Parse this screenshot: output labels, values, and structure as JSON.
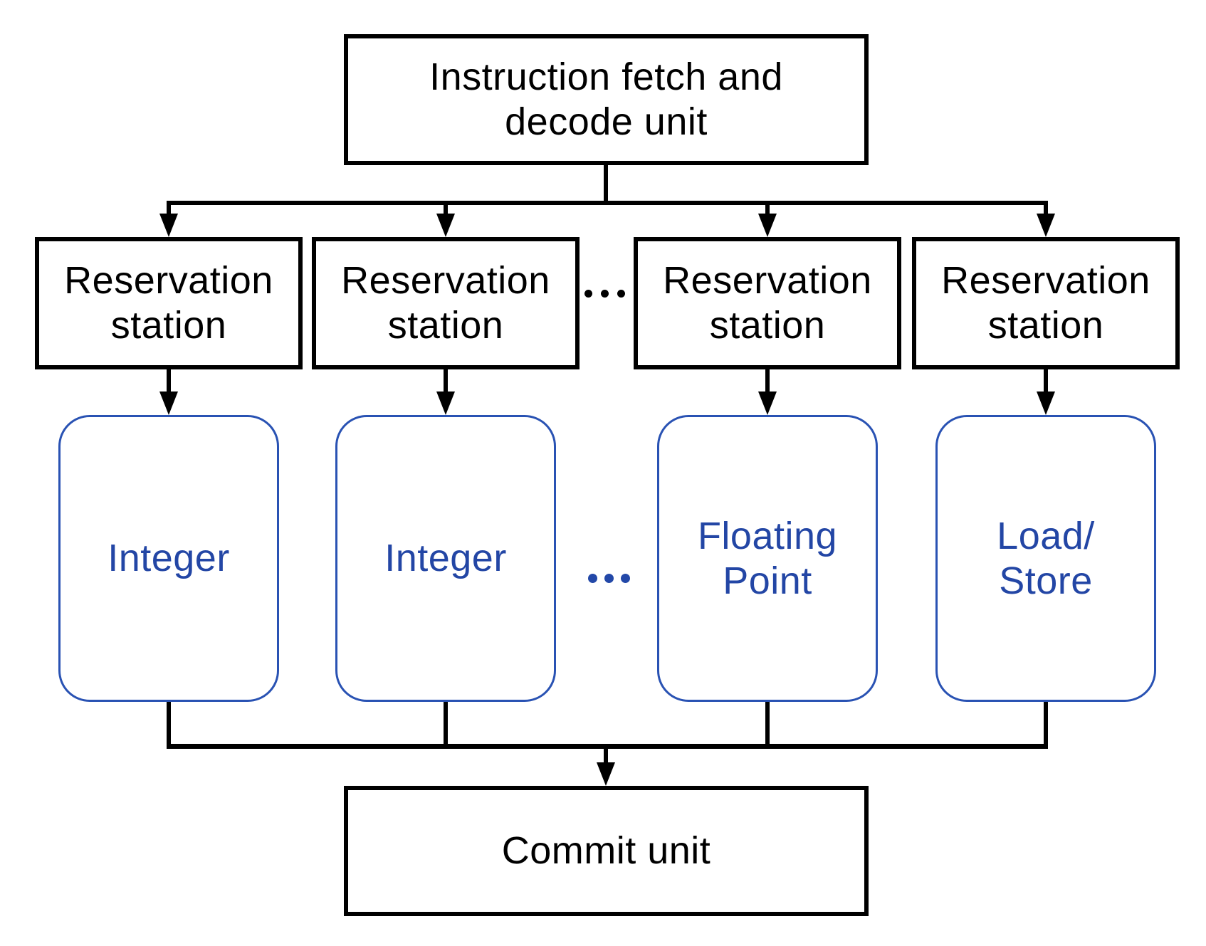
{
  "colors": {
    "line_black": "#000000",
    "box_border_black": "#000000",
    "unit_border_blue": "#2952b3",
    "unit_text_blue": "#2346a5",
    "background": "#ffffff"
  },
  "fetch_unit": {
    "lines": [
      "Instruction fetch and",
      "decode unit"
    ]
  },
  "reservation_stations": [
    {
      "lines": [
        "Reservation",
        "station"
      ]
    },
    {
      "lines": [
        "Reservation",
        "station"
      ]
    },
    {
      "lines": [
        "Reservation",
        "station"
      ]
    },
    {
      "lines": [
        "Reservation",
        "station"
      ]
    }
  ],
  "reservation_ellipsis": "...",
  "functional_units": [
    {
      "lines": [
        "Integer"
      ]
    },
    {
      "lines": [
        "Integer"
      ]
    },
    {
      "lines": [
        "Floating",
        "Point"
      ]
    },
    {
      "lines": [
        "Load/",
        "Store"
      ]
    }
  ],
  "functional_ellipsis": "...",
  "commit_unit": {
    "lines": [
      "Commit unit"
    ]
  }
}
